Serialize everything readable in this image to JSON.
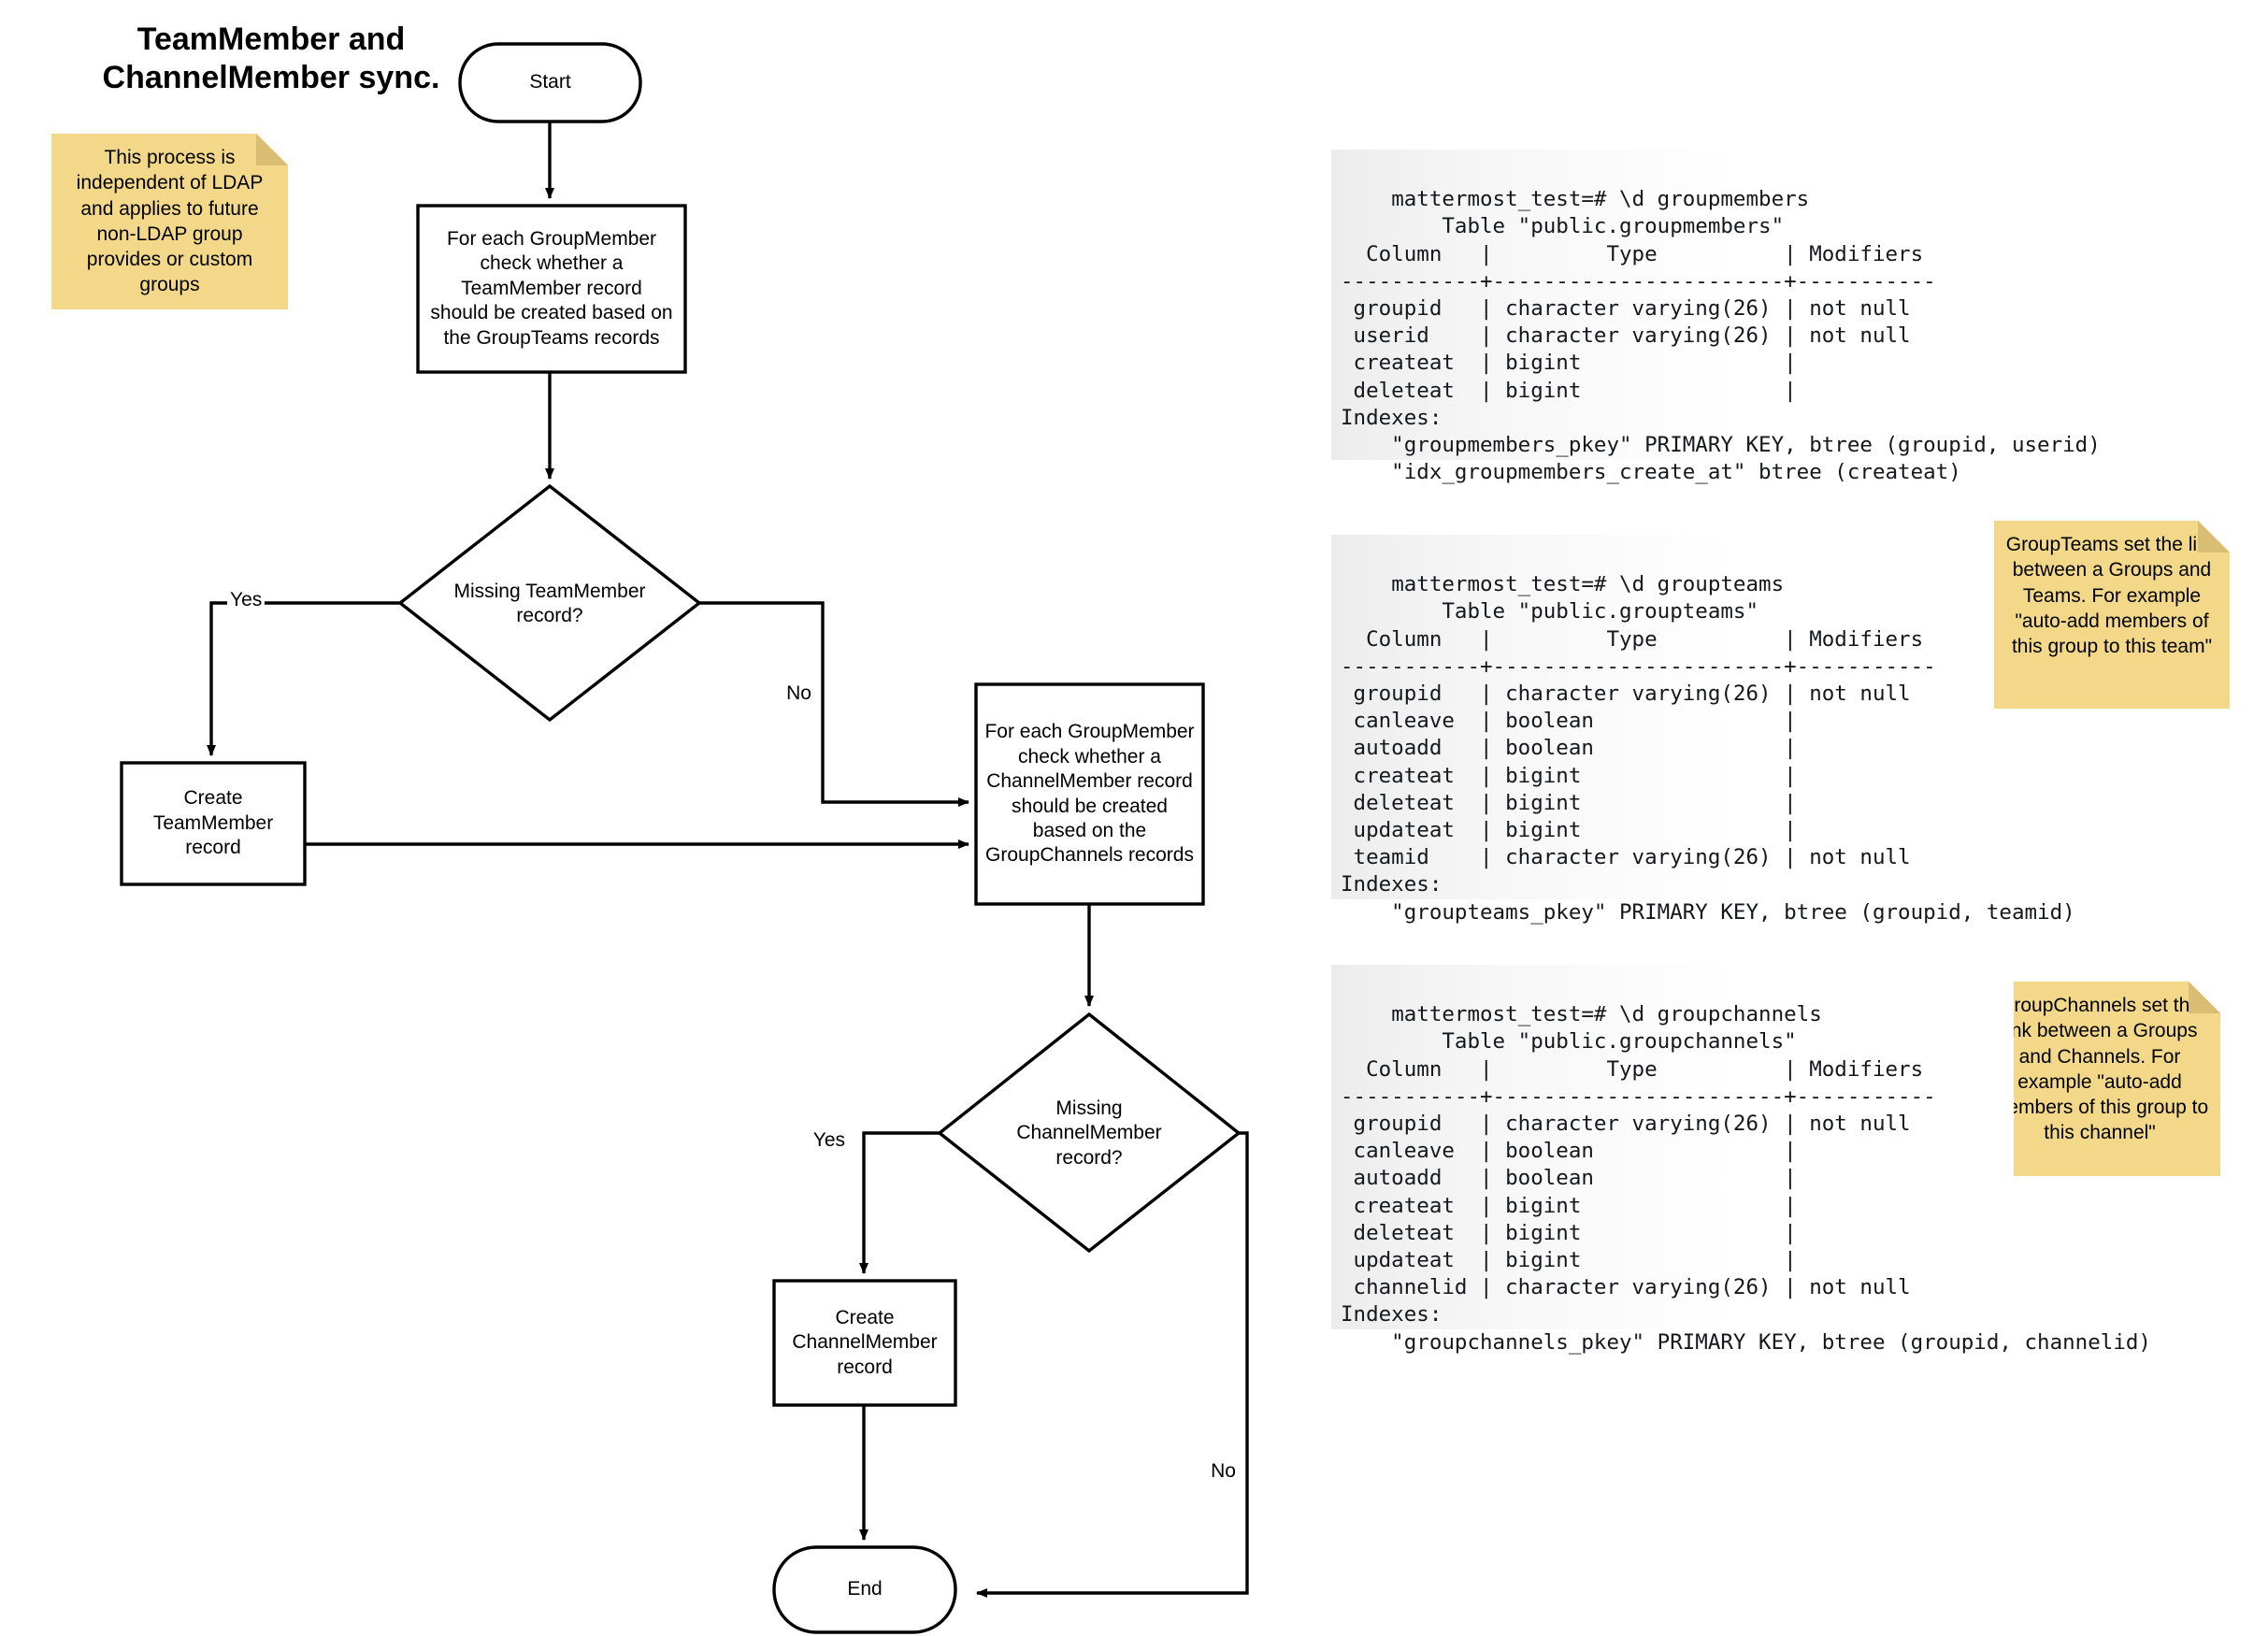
{
  "title": "TeamMember and\nChannelMember sync.",
  "notes": [
    {
      "id": "ldap-note",
      "text": "This process is independent of LDAP and applies to future non-LDAP group provides or custom groups"
    },
    {
      "id": "groupteams-note",
      "text": "GroupTeams set the link between a Groups and Teams. For example \"auto-add members of this group to this team\""
    },
    {
      "id": "groupchannels-note",
      "text": "GroupChannels set the link between a Groups and Channels. For example \"auto-add members of this group to this channel\""
    }
  ],
  "flowchart": {
    "type": "flowchart",
    "nodes": [
      {
        "id": "start",
        "shape": "terminator",
        "label": "Start"
      },
      {
        "id": "check-team",
        "shape": "process",
        "label": "For each GroupMember check whether a TeamMember record should be created based on the GroupTeams records"
      },
      {
        "id": "missing-team",
        "shape": "decision",
        "label": "Missing TeamMember record?"
      },
      {
        "id": "create-team",
        "shape": "process",
        "label": "Create TeamMember record"
      },
      {
        "id": "check-channel",
        "shape": "process",
        "label": "For each GroupMember check whether a ChannelMember record should be created based on the GroupChannels records"
      },
      {
        "id": "missing-channel",
        "shape": "decision",
        "label": "Missing ChannelMember record?"
      },
      {
        "id": "create-channel",
        "shape": "process",
        "label": "Create ChannelMember record"
      },
      {
        "id": "end",
        "shape": "terminator",
        "label": "End"
      }
    ],
    "edges": [
      {
        "from": "start",
        "to": "check-team",
        "label": ""
      },
      {
        "from": "check-team",
        "to": "missing-team",
        "label": ""
      },
      {
        "from": "missing-team",
        "to": "create-team",
        "label": "Yes"
      },
      {
        "from": "missing-team",
        "to": "check-channel",
        "label": "No"
      },
      {
        "from": "create-team",
        "to": "check-channel",
        "label": ""
      },
      {
        "from": "check-channel",
        "to": "missing-channel",
        "label": ""
      },
      {
        "from": "missing-channel",
        "to": "create-channel",
        "label": "Yes"
      },
      {
        "from": "missing-channel",
        "to": "end",
        "label": "No"
      },
      {
        "from": "create-channel",
        "to": "end",
        "label": ""
      }
    ],
    "labels": {
      "yes1": "Yes",
      "no1": "No",
      "yes2": "Yes",
      "no2": "No"
    }
  },
  "terminals": [
    {
      "id": "groupmembers",
      "prompt": "mattermost_test=# \\d groupmembers",
      "text": "mattermost_test=# \\d groupmembers\n        Table \"public.groupmembers\"\n  Column   |         Type          | Modifiers\n-----------+-----------------------+-----------\n groupid   | character varying(26) | not null\n userid    | character varying(26) | not null\n createat  | bigint                |\n deleteat  | bigint                |\nIndexes:\n    \"groupmembers_pkey\" PRIMARY KEY, btree (groupid, userid)\n    \"idx_groupmembers_create_at\" btree (createat)"
    },
    {
      "id": "groupteams",
      "prompt": "mattermost_test=# \\d groupteams",
      "text": "mattermost_test=# \\d groupteams\n        Table \"public.groupteams\"\n  Column   |         Type          | Modifiers\n-----------+-----------------------+-----------\n groupid   | character varying(26) | not null\n canleave  | boolean               |\n autoadd   | boolean               |\n createat  | bigint                |\n deleteat  | bigint                |\n updateat  | bigint                |\n teamid    | character varying(26) | not null\nIndexes:\n    \"groupteams_pkey\" PRIMARY KEY, btree (groupid, teamid)"
    },
    {
      "id": "groupchannels",
      "prompt": "mattermost_test=# \\d groupchannels",
      "text": "mattermost_test=# \\d groupchannels\n        Table \"public.groupchannels\"\n  Column   |         Type          | Modifiers\n-----------+-----------------------+-----------\n groupid   | character varying(26) | not null\n canleave  | boolean               |\n autoadd   | boolean               |\n createat  | bigint                |\n deleteat  | bigint                |\n updateat  | bigint                |\n channelid | character varying(26) | not null\nIndexes:\n    \"groupchannels_pkey\" PRIMARY KEY, btree (groupid, channelid)"
    }
  ],
  "colors": {
    "note_fill": "#f2d888",
    "note_fold": "#d8bd72",
    "stroke": "#000000",
    "terminal_bg": "#ececec",
    "terminal_text": "#14181d"
  }
}
